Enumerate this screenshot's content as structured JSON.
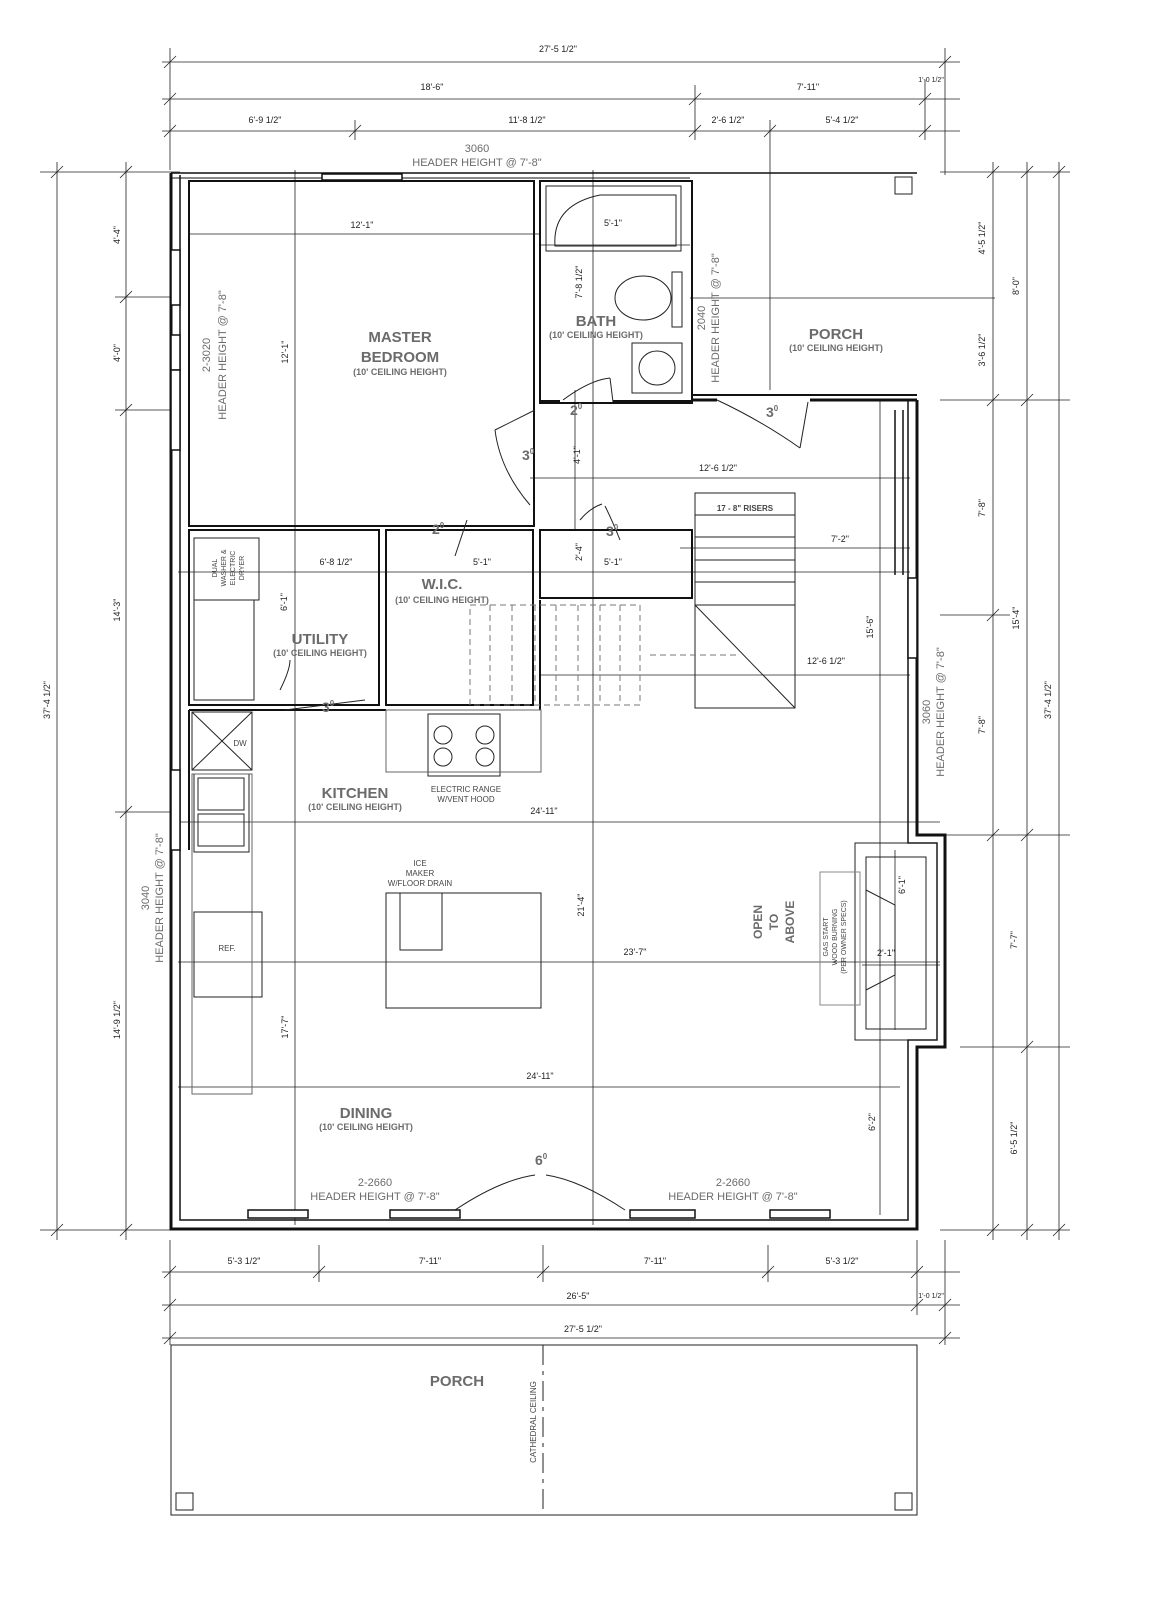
{
  "dimensions": {
    "top_overall": "27'-5 1/2\"",
    "top_left_span": "18'-6\"",
    "top_right_span": "7'-11\"",
    "top_corner": "1'-0 1/2\"",
    "top_seg1": "6'-9 1/2\"",
    "top_seg2": "11'-8 1/2\"",
    "top_seg3": "2'-6 1/2\"",
    "top_seg4": "5'-4 1/2\"",
    "left_overall": "37'-4 1/2\"",
    "left_seg1": "4'-4\"",
    "left_seg2": "4'-0\"",
    "left_seg3": "14'-3\"",
    "left_seg4": "14'-9 1/2\"",
    "right_overall": "37'-4 1/2\"",
    "right_seg1": "4'-5 1/2\"",
    "right_seg2": "3'-6 1/2\"",
    "right_seg3": "7'-8\"",
    "right_seg4": "7'-8\"",
    "right_seg5": "7'-7\"",
    "right_seg6": "6'-5 1/2\"",
    "right_span_a": "8'-0\"",
    "right_span_b": "15'-4\"",
    "bottom_seg1": "5'-3 1/2\"",
    "bottom_seg2": "7'-11\"",
    "bottom_seg3": "7'-11\"",
    "bottom_seg4": "5'-3 1/2\"",
    "bottom_mid": "26'-5\"",
    "bottom_corner": "1'-0 1/2\"",
    "bottom_overall": "27'-5 1/2\"",
    "in_bedroom_w": "12'-1\"",
    "in_bedroom_h": "12'-1\"",
    "in_bath_w": "5'-1\"",
    "in_bath_h": "7'-8 1/2\"",
    "in_hall_h": "4'-1\"",
    "in_hall_w": "12'-6 1/2\"",
    "in_utility_w": "6'-8 1/2\"",
    "in_utility_h": "6'-1\"",
    "in_wic_w": "5'-1\"",
    "in_closet_w": "5'-1\"",
    "in_closet_h": "2'-4\"",
    "in_stair_w": "7'-2\"",
    "in_stair_h": "15'-6\"",
    "in_stair_run": "12'-6 1/2\"",
    "in_kitchen_w": "24'-11\"",
    "in_center_h": "21'-4\"",
    "in_great_w": "23'-7\"",
    "in_dining_w": "24'-11\"",
    "in_left_h": "17'-7\"",
    "in_right_h": "6'-2\"",
    "in_fire_h": "6'-1\"",
    "in_fire_w": "2'-1\""
  },
  "rooms": {
    "master_line1": "MASTER",
    "master_line2": "BEDROOM",
    "master_sub": "(10' CEILING HEIGHT)",
    "bath": "BATH",
    "bath_sub": "(10' CEILING HEIGHT)",
    "porch_top": "PORCH",
    "porch_top_sub": "(10' CEILING HEIGHT)",
    "utility": "UTILITY",
    "utility_sub": "(10' CEILING HEIGHT)",
    "wic": "W.I.C.",
    "wic_sub": "(10' CEILING HEIGHT)",
    "kitchen": "KITCHEN",
    "kitchen_sub": "(10' CEILING HEIGHT)",
    "dining": "DINING",
    "dining_sub": "(10' CEILING HEIGHT)",
    "porch_bottom": "PORCH",
    "open_line1": "OPEN",
    "open_line2": "TO",
    "open_line3": "ABOVE"
  },
  "openings": {
    "top_window_code": "3060",
    "top_window_header": "HEADER HEIGHT @ 7'-8\"",
    "left_window_code": "2-3020",
    "left_window_header": "HEADER HEIGHT @ 7'-8\"",
    "bath_door_code": "2040",
    "bath_door_header": "HEADER HEIGHT @ 7'-8\"",
    "right_window_code": "3060",
    "right_window_header": "HEADER HEIGHT @ 7'-8\"",
    "kitchen_window_code": "3040",
    "kitchen_window_header": "HEADER HEIGHT @ 7'-8\"",
    "dining_left_code": "2-2660",
    "dining_left_header": "HEADER HEIGHT @ 7'-8\"",
    "dining_right_code": "2-2660",
    "dining_right_header": "HEADER HEIGHT @ 7'-8\"",
    "door_bath": "2",
    "door_porch": "3",
    "door_bedroom": "3",
    "door_wic": "2",
    "door_closet": "3",
    "door_utility": "3",
    "door_dining": "6",
    "door_exp": "0"
  },
  "notes": {
    "risers": "17 - 8\" RISERS",
    "washer_1": "DUAL",
    "washer_2": "WASHER &",
    "washer_3": "ELECTRIC",
    "washer_4": "DRYER",
    "range_1": "ELECTRIC RANGE",
    "range_2": "W/VENT HOOD",
    "ice_1": "ICE",
    "ice_2": "MAKER",
    "ice_3": "W/FLOOR DRAIN",
    "dw": "DW",
    "ref": "REF.",
    "fire_1": "GAS START",
    "fire_2": "WOOD BURNING",
    "fire_3": "(PER OWNER SPECS)",
    "cathedral": "CATHEDRAL CEILING"
  }
}
